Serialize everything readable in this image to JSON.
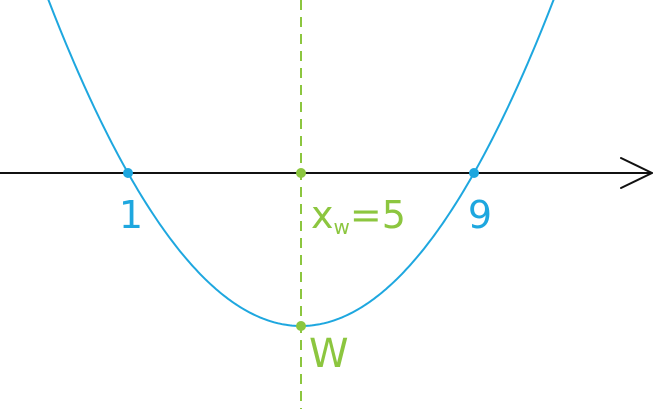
{
  "diagram": {
    "roots": [
      {
        "x": 1,
        "label": "1"
      },
      {
        "x": 9,
        "label": "9"
      }
    ],
    "vertex": {
      "x": 5,
      "label": "W",
      "axis_label_main": "x",
      "axis_label_sub": "w",
      "axis_label_rest": "=5"
    },
    "colors": {
      "axis": "#111111",
      "parabola": "#1ea7df",
      "symmetry_line": "#8cc63f",
      "root_points": "#1ea7df",
      "vertex_points": "#8cc63f",
      "root_labels": "#1ea7df",
      "vertex_labels": "#8cc63f"
    }
  }
}
